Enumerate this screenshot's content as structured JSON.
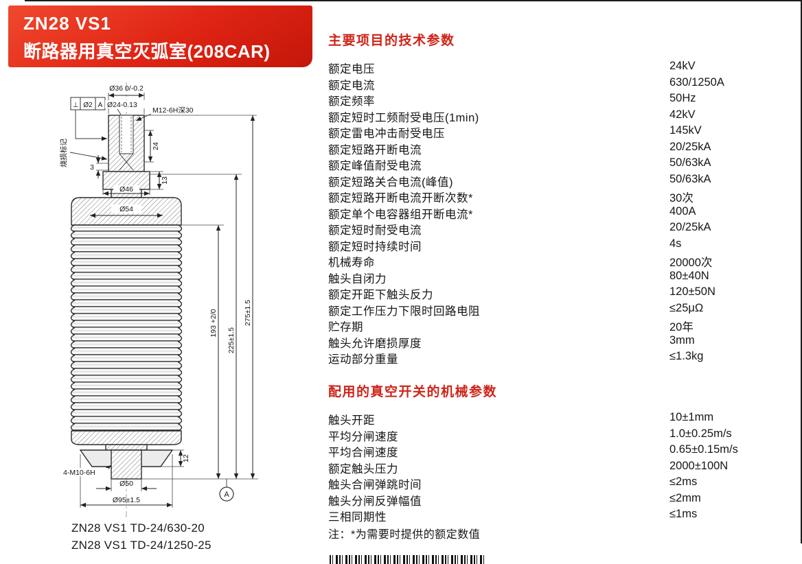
{
  "colors": {
    "banner_red": "#df2414",
    "accent_red": "#cf2318"
  },
  "banner": {
    "title_line1": "ZN28 VS1",
    "title_line2": "断路器用真空灭弧室(208CAR)"
  },
  "drawing": {
    "labels": {
      "dia36": "Ø36 0/-0.2",
      "dia24": "Ø24-0.13",
      "thread_top": "M12-6H深30",
      "datum_perp": "⊥",
      "datum_tol": "Ø2",
      "datum_ref": "A",
      "burn_mark": "烧损标记",
      "dim3": "3",
      "dim24": "24",
      "dim13": "13",
      "dia46": "Ø46",
      "dia54": "Ø54",
      "dim275": "275±1.5",
      "dim225": "225±1.5",
      "dim193": "193 +2/0",
      "dim12": "12",
      "thread_bottom": "4-M10-6H",
      "dia50": "Ø50",
      "dia95": "Ø95±1.5",
      "datum_circle": "A"
    },
    "models": [
      "ZN28 VS1 TD-24/630-20",
      "ZN28 VS1 TD-24/1250-25"
    ]
  },
  "sections": [
    {
      "title": "主要项目的技术参数",
      "rows": [
        {
          "label": "额定电压",
          "value": "24kV"
        },
        {
          "label": "额定电流",
          "value": "630/1250A"
        },
        {
          "label": "额定频率",
          "value": "50Hz"
        },
        {
          "label": "额定短时工频耐受电压(1min)",
          "value": "42kV"
        },
        {
          "label": "额定雷电冲击耐受电压",
          "value": "145kV"
        },
        {
          "label": "额定短路开断电流",
          "value": "20/25kA"
        },
        {
          "label": "额定峰值耐受电流",
          "value": "50/63kA"
        },
        {
          "label": "额定短路关合电流(峰值)",
          "value": "50/63kA"
        },
        {
          "label": "额定短路开断电流开断次数*",
          "value": "30次"
        },
        {
          "label": "额定单个电容器组开断电流*",
          "value": "400A"
        },
        {
          "label": "额定短时耐受电流",
          "value": "20/25kA"
        },
        {
          "label": "额定短时持续时间",
          "value": "4s"
        },
        {
          "label": "机械寿命",
          "value": "20000次"
        },
        {
          "label": "触头自闭力",
          "value": "80±40N"
        },
        {
          "label": "额定开距下触头反力",
          "value": "120±50N"
        },
        {
          "label": "额定工作压力下限时回路电阻",
          "value": "≤25μΩ"
        },
        {
          "label": "贮存期",
          "value": "20年"
        },
        {
          "label": "触头允许磨损厚度",
          "value": "3mm"
        },
        {
          "label": "运动部分重量",
          "value": "≤1.3kg"
        }
      ]
    },
    {
      "title": "配用的真空开关的机械参数",
      "rows": [
        {
          "label": "触头开距",
          "value": "10±1mm"
        },
        {
          "label": "平均分闸速度",
          "value": "1.0±0.25m/s"
        },
        {
          "label": "平均合闸速度",
          "value": "0.65±0.15m/s"
        },
        {
          "label": "额定触头压力",
          "value": "2000±100N"
        },
        {
          "label": "触头合闸弹跳时间",
          "value": "≤2ms"
        },
        {
          "label": "触头分闸反弹幅值",
          "value": "≤2mm"
        },
        {
          "label": "三相同期性",
          "value": "≤1ms"
        }
      ]
    }
  ],
  "note": "注：*为需要时提供的额定数值"
}
